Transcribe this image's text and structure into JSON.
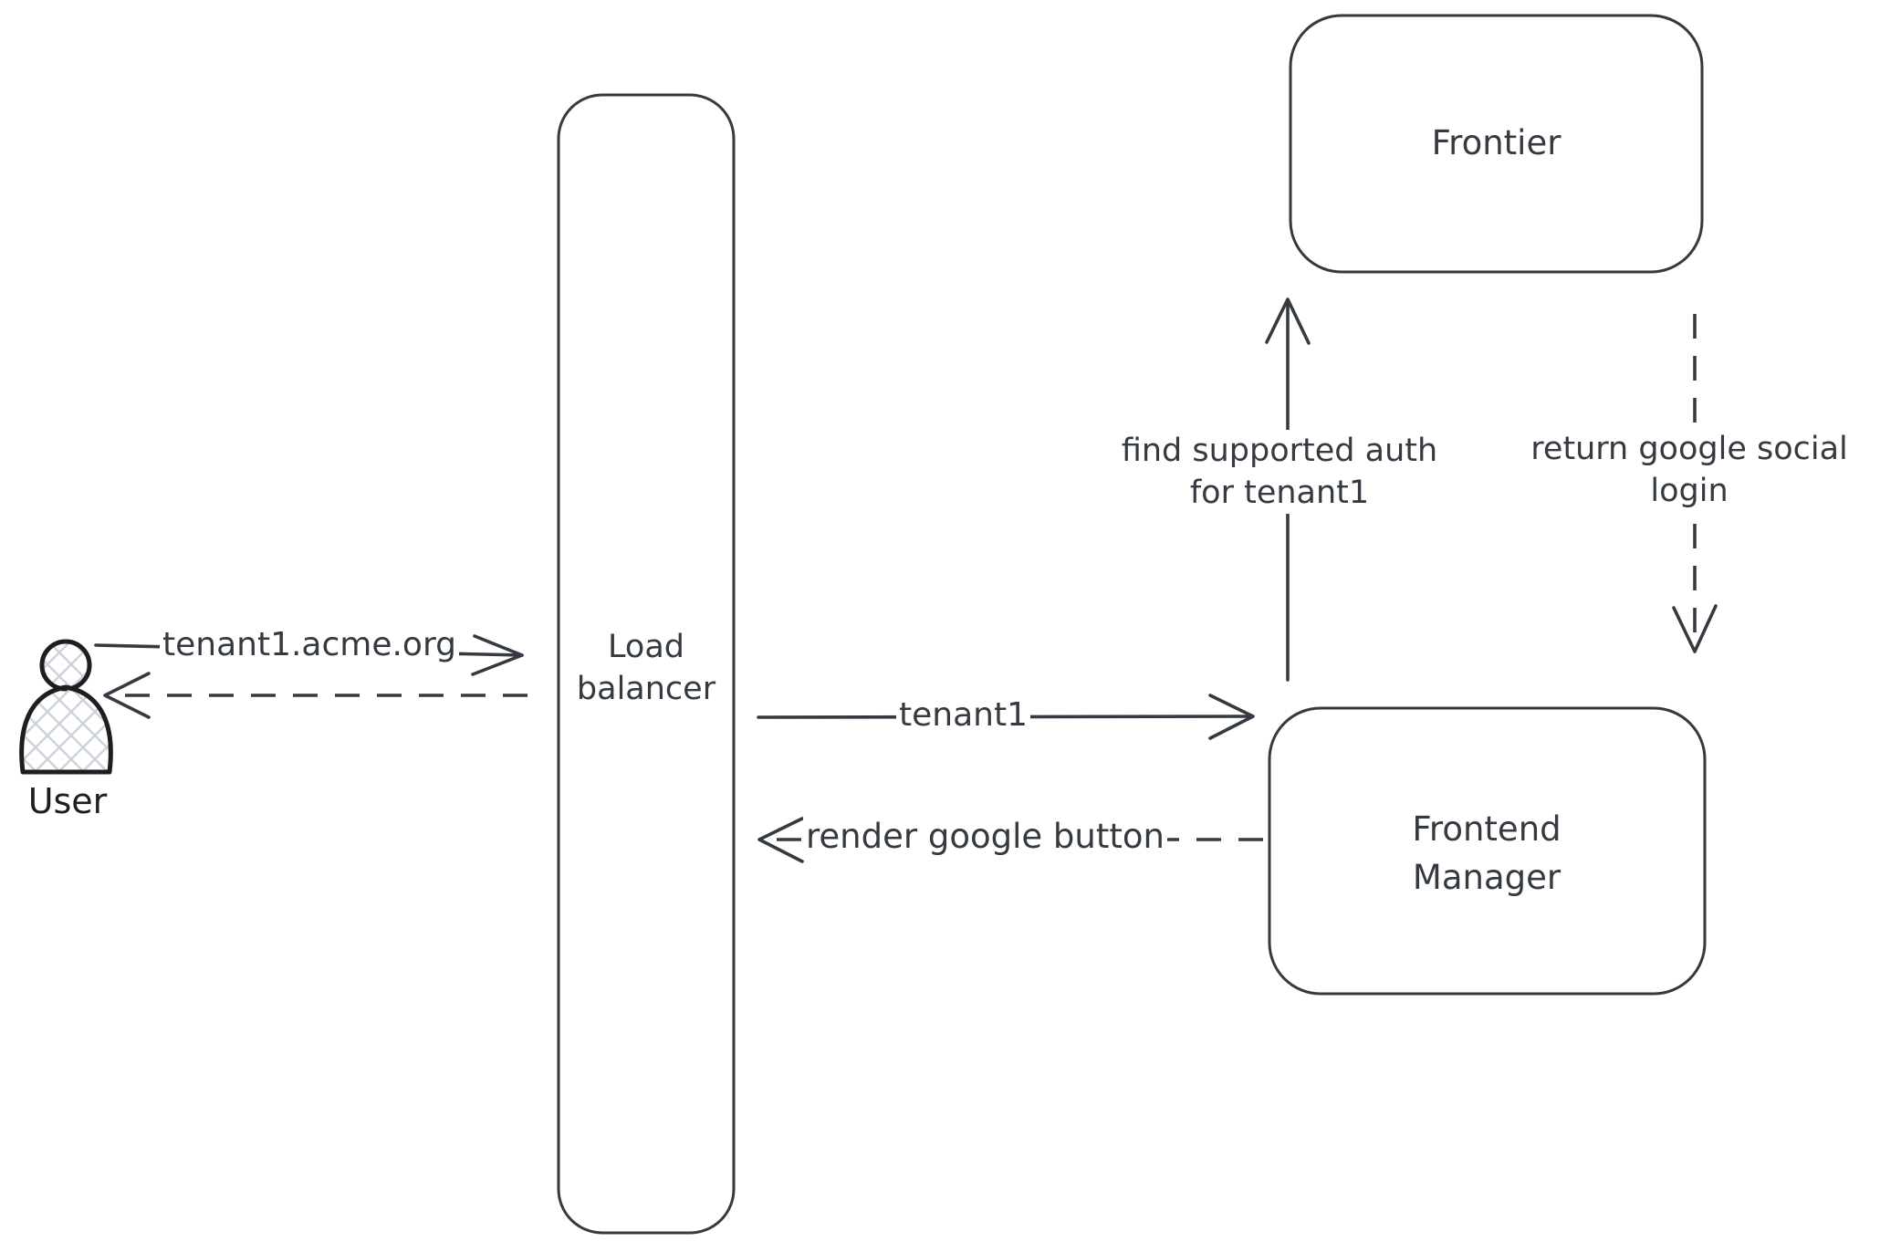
{
  "diagram": {
    "type": "architecture-sequence-sketch",
    "colors": {
      "stroke": "#343a40",
      "actor": "#1e1e1e",
      "hatch": "#ccd3dc",
      "bg": "#ffffff"
    }
  },
  "nodes": {
    "user": {
      "label": "User",
      "kind": "actor"
    },
    "load_balancer": {
      "label": "Load\nbalancer",
      "kind": "box"
    },
    "frontier": {
      "label": "Frontier",
      "kind": "box"
    },
    "frontend_manager": {
      "label": "Frontend\nManager",
      "kind": "box"
    }
  },
  "edges": {
    "request": {
      "label": "tenant1.acme.org",
      "from": "user",
      "to": "load_balancer",
      "style": "solid"
    },
    "response_to_user": {
      "label": "",
      "from": "load_balancer",
      "to": "user",
      "style": "dashed"
    },
    "tenant1": {
      "label": "tenant1",
      "from": "load_balancer",
      "to": "frontend_manager",
      "style": "solid"
    },
    "render_google_button": {
      "label": "render google button",
      "from": "frontend_manager",
      "to": "load_balancer",
      "style": "dashed"
    },
    "find_supported_auth": {
      "label": "find supported auth\nfor tenant1",
      "from": "frontend_manager",
      "to": "frontier",
      "style": "solid"
    },
    "return_google_social_login": {
      "label": "return google social\nlogin",
      "from": "frontier",
      "to": "frontend_manager",
      "style": "dashed"
    }
  }
}
